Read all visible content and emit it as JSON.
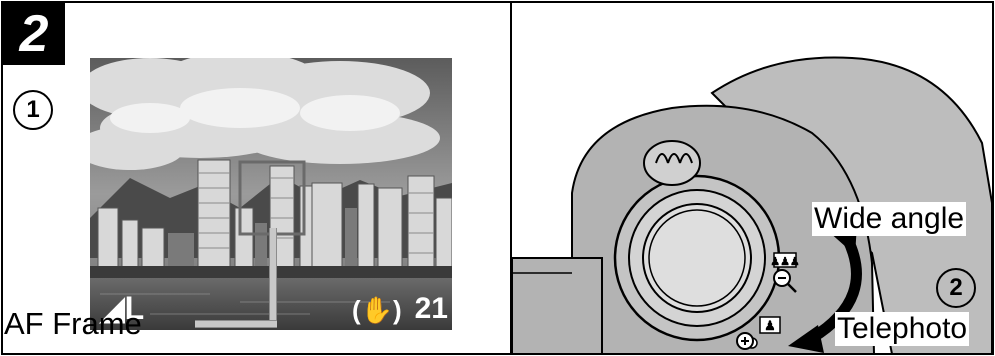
{
  "step": {
    "number": "2"
  },
  "left_panel": {
    "callout_1": "1",
    "af_frame_label": "AF Frame",
    "lcd": {
      "image_size_indicator": "L",
      "shots_remaining": "21",
      "camera_shake_icon": "hand-shake-warning-icon"
    }
  },
  "right_panel": {
    "callout_2": "2",
    "wide_angle_label": "Wide angle",
    "telephoto_label": "Telephoto",
    "icons": [
      "wide-angle-icon",
      "zoom-out-icon",
      "telephoto-icon",
      "zoom-in-icon",
      "double-arrow-icon"
    ]
  },
  "colors": {
    "border": "#000000",
    "camera_body": "#b3b3b3",
    "leader_line": "#c8c8c8"
  }
}
